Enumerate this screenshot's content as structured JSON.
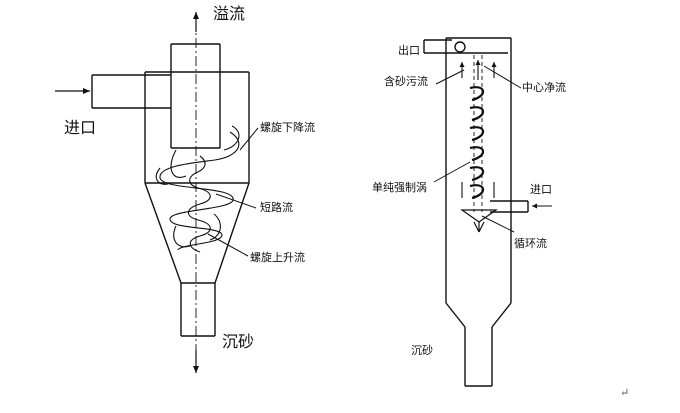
{
  "left": {
    "overflow": "溢流",
    "inlet": "进口",
    "spiral_down": "螺旋下降流",
    "short_circuit": "短路流",
    "spiral_up": "螺旋上升流",
    "sediment": "沉砂"
  },
  "right": {
    "outlet": "出口",
    "sandy_sewage": "含砂污流",
    "center_clean": "中心净流",
    "forced_vortex": "单纯强制涡",
    "inlet": "进口",
    "circulation": "循环流",
    "sediment": "沉砂"
  },
  "page": {
    "return_mark": "↵"
  },
  "colors": {
    "stroke": "#111111",
    "background": "#ffffff"
  }
}
